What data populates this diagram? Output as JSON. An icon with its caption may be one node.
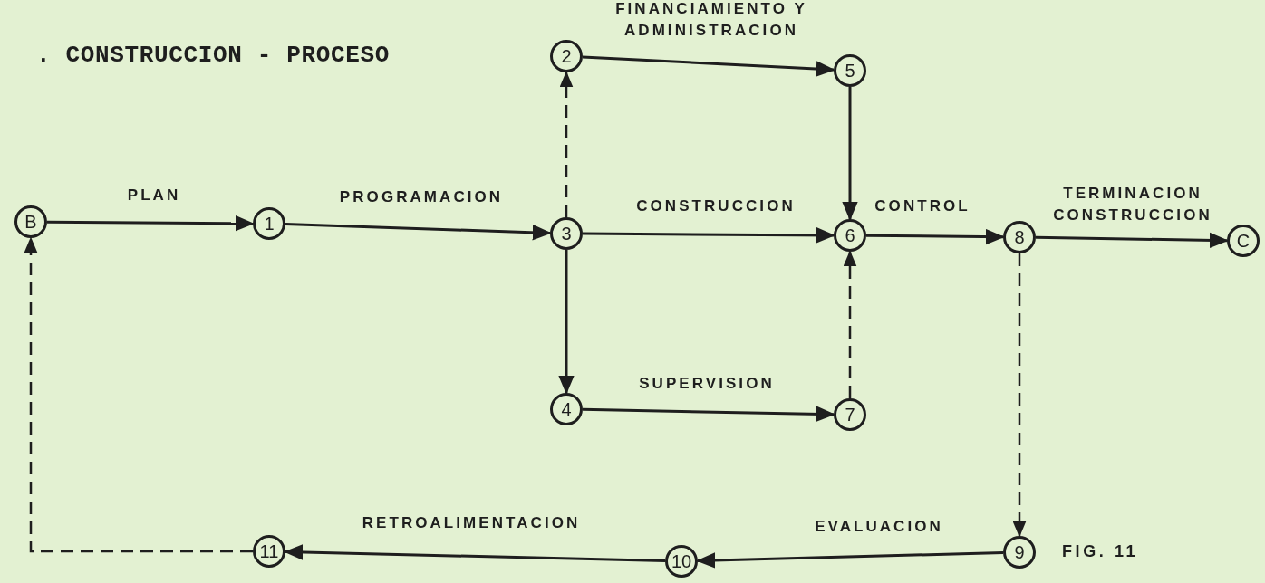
{
  "diagram": {
    "title": ". CONSTRUCCION - PROCESO",
    "caption": "FIG. 11",
    "nodes": [
      {
        "text": [
          "B"
        ]
      },
      {
        "text": [
          "1"
        ]
      },
      {
        "text": [
          "2"
        ]
      },
      {
        "text": [
          "3"
        ]
      },
      {
        "text": [
          "4"
        ]
      },
      {
        "text": [
          "5"
        ]
      },
      {
        "text": [
          "6"
        ]
      },
      {
        "text": [
          "7"
        ]
      },
      {
        "text": [
          "8"
        ]
      },
      {
        "text": [
          "C"
        ]
      },
      {
        "text": [
          "9"
        ]
      },
      {
        "text": [
          "10"
        ]
      },
      {
        "text": [
          "11"
        ]
      }
    ],
    "edges": [
      {
        "from": 0,
        "to": 1,
        "arrow": "to",
        "label": "PLAN"
      },
      {
        "from": 1,
        "to": 3,
        "arrow": "to",
        "label": "PROGRAMACION"
      },
      {
        "from": 3,
        "to": 2,
        "arrow": "to",
        "style": "dashed"
      },
      {
        "from": 2,
        "to": 5,
        "arrow": "to",
        "label": "FINANCIAMIENTO Y ADMINISTRACION"
      },
      {
        "from": 3,
        "to": 6,
        "arrow": "to",
        "label": "CONSTRUCCION"
      },
      {
        "from": 3,
        "to": 4,
        "arrow": "to"
      },
      {
        "from": 5,
        "to": 6,
        "arrow": "to"
      },
      {
        "from": 4,
        "to": 7,
        "arrow": "to",
        "label": "SUPERVISION"
      },
      {
        "from": 7,
        "to": 6,
        "arrow": "to",
        "style": "dashed"
      },
      {
        "from": 6,
        "to": 8,
        "arrow": "to",
        "label": "CONTROL"
      },
      {
        "from": 8,
        "to": 9,
        "arrow": "to",
        "label": "TERMINACION CONSTRUCCION"
      },
      {
        "from": 8,
        "to": 10,
        "arrow": "to",
        "style": "dashed"
      },
      {
        "from": 10,
        "to": 11,
        "arrow": "to",
        "label": "EVALUACION"
      },
      {
        "from": 11,
        "to": 12,
        "arrow": "to",
        "label": "RETROALIMENTACION"
      },
      {
        "from": 12,
        "to": 0,
        "arrow": "to",
        "style": "dashed"
      }
    ]
  }
}
